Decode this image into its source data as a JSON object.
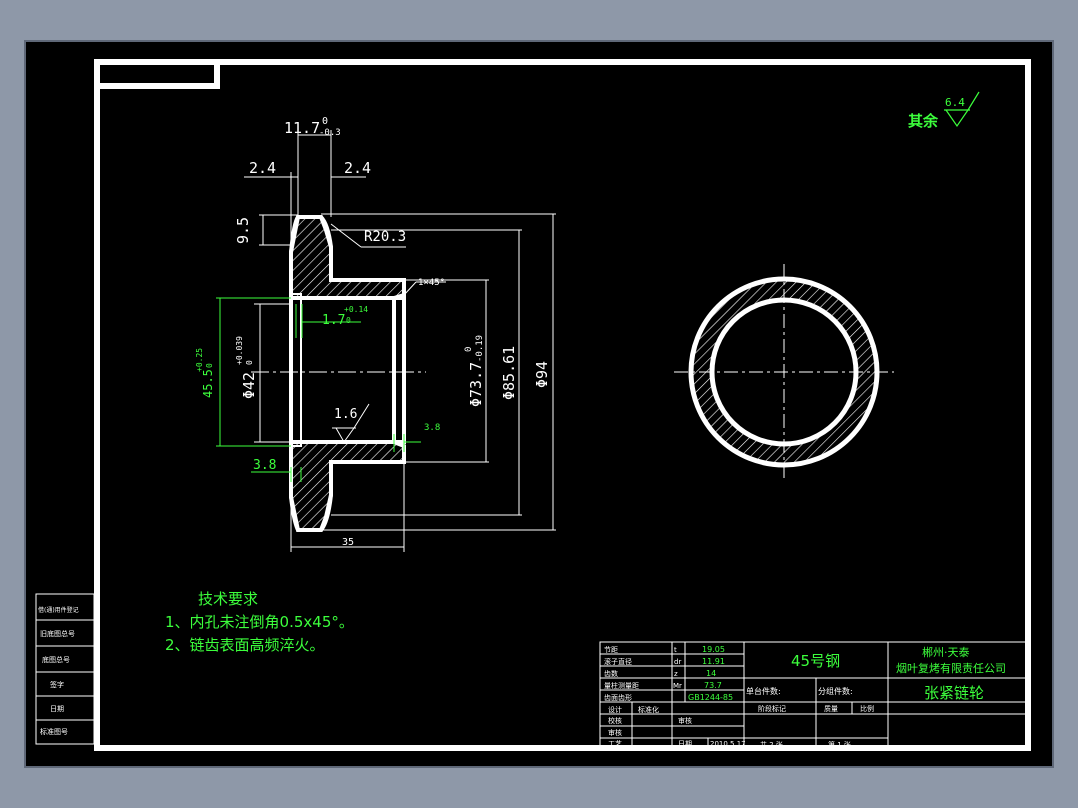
{
  "drawing": {
    "surface_roughness_note": {
      "prefix": "其余",
      "value": "6.4"
    },
    "dimensions": {
      "width_total": "11.7",
      "width_total_tol_upper": "0",
      "width_total_tol_lower": "-0.3",
      "chamfer_left": "2.4",
      "chamfer_right": "2.4",
      "tooth_height": "9.5",
      "tooth_radius": "R20.3",
      "edge_chamfer": "1×45°",
      "groove_width": "1.7",
      "groove_tol_upper": "+0.14",
      "groove_tol_lower": "0",
      "bore_dia": "Φ42",
      "bore_tol_upper": "+0.039",
      "bore_tol_lower": "0",
      "groove_dia": "45.5",
      "groove_dia_tol_upper": "+0.25",
      "groove_dia_tol_lower": "0",
      "root_dia": "Φ73.7",
      "root_tol_upper": "0",
      "root_tol_lower": "-0.19",
      "pitch_dia": "Φ85.61",
      "outer_dia": "Φ94",
      "inner_roughness": "1.6",
      "hub_depth_right": "3.8",
      "hub_depth_left": "3.8",
      "overall_length": "35"
    },
    "tech_requirements": {
      "title": "技术要求",
      "items": [
        "1、内孔未注倒角0.5x45°。",
        "2、链齿表面高频淬火。"
      ]
    },
    "left_side_block": [
      "借(通)用件登记",
      "旧底图总号",
      "底图总号",
      "签字",
      "日期",
      "标准图号"
    ],
    "title_block": {
      "params": [
        {
          "label": "节距",
          "sym": "t",
          "value": "19.05"
        },
        {
          "label": "滚子直径",
          "sym": "dr",
          "value": "11.91"
        },
        {
          "label": "齿数",
          "sym": "z",
          "value": "14"
        },
        {
          "label": "量柱测量距",
          "sym": "Mr",
          "value": "73.7"
        },
        {
          "label": "齿面齿形",
          "sym": "",
          "value": "GB1244-85"
        }
      ],
      "row_labels": [
        "设计",
        "校核",
        "审核",
        "工艺"
      ],
      "col_labels": [
        "标准化",
        "审核",
        "日期"
      ],
      "date": "2010.5.17",
      "material": "45号钢",
      "company_line1": "郴州·天泰",
      "company_line2": "烟叶复烤有限责任公司",
      "unit_part_count": "单台件数:",
      "sub_assembly_count": "分组件数:",
      "stage_mark": "阶段标记",
      "weight": "质量",
      "scale": "比例",
      "sheets_total": "共  2  张",
      "sheet_no": "第  1  张",
      "part_name": "张紧链轮"
    }
  }
}
